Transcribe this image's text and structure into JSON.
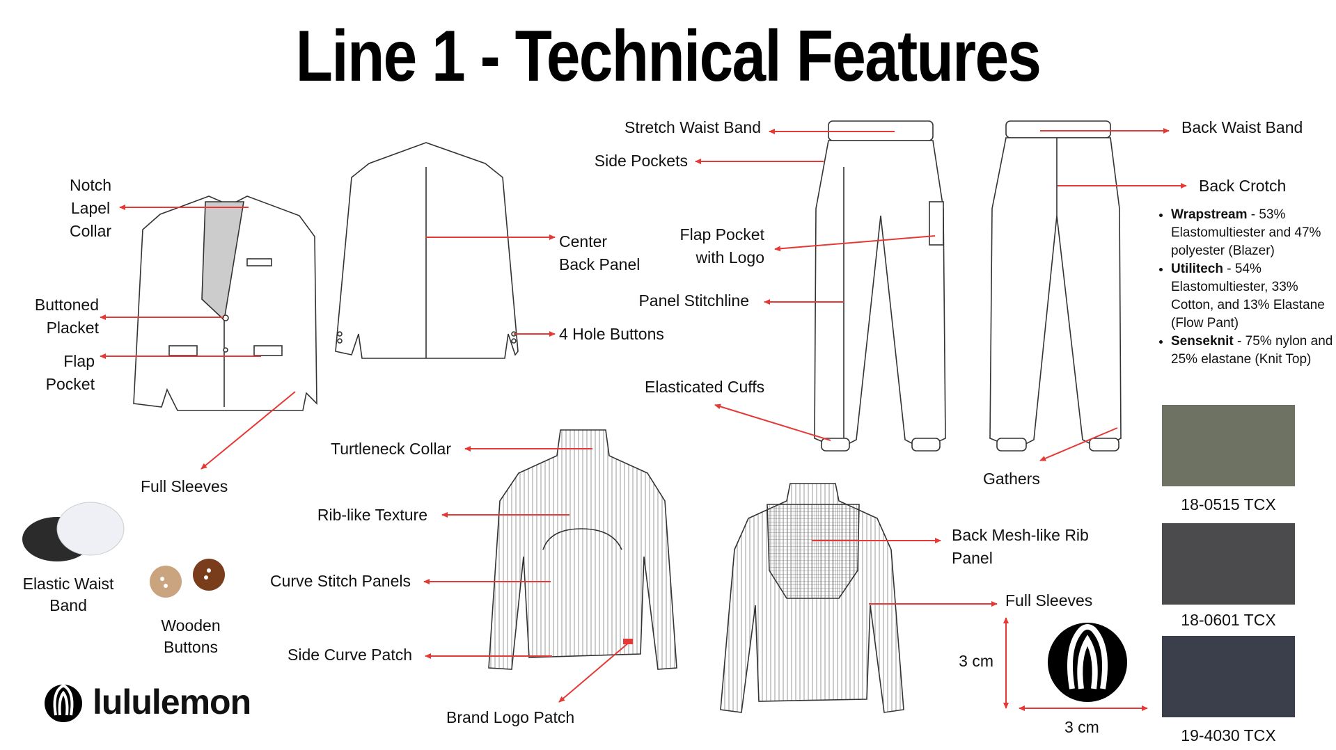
{
  "title": "Line 1 - Technical Features",
  "blazer": {
    "notch_lapel_collar": [
      "Notch",
      "Lapel",
      "Collar"
    ],
    "buttoned_placket": [
      "Buttoned",
      "Placket"
    ],
    "flap_pocket": [
      "Flap",
      "Pocket"
    ],
    "full_sleeves": "Full Sleeves",
    "center_back_panel": [
      "Center",
      "Back Panel"
    ],
    "hole_buttons": "4 Hole Buttons"
  },
  "pants": {
    "stretch_waist_band": "Stretch Waist Band",
    "side_pockets": "Side Pockets",
    "flap_pocket_logo": [
      "Flap Pocket",
      "with Logo"
    ],
    "panel_stitchline": "Panel Stitchline",
    "elasticated_cuffs": "Elasticated Cuffs",
    "back_waist_band": "Back Waist Band",
    "back_crotch": "Back Crotch",
    "gathers": "Gathers"
  },
  "top": {
    "turtleneck_collar": "Turtleneck Collar",
    "rib_texture": "Rib-like Texture",
    "curve_stitch_panels": "Curve Stitch Panels",
    "side_curve_patch": "Side Curve Patch",
    "brand_logo_patch": "Brand Logo Patch",
    "back_mesh": [
      "Back Mesh-like Rib",
      "Panel"
    ],
    "full_sleeves": "Full Sleeves"
  },
  "logo_dims": {
    "height": "3 cm",
    "width": "3 cm"
  },
  "trims": {
    "elastic": [
      "Elastic Waist",
      "Band"
    ],
    "buttons": [
      "Wooden",
      "Buttons"
    ]
  },
  "fabrics": [
    {
      "name": "Wrapstream",
      "desc": " - 53% Elastomultiester and 47% polyester (Blazer)"
    },
    {
      "name": "Utilitech",
      "desc": " - 54% Elastomultiester, 33% Cotton, and 13% Elastane (Flow Pant)"
    },
    {
      "name": "Senseknit",
      "desc": " - 75% nylon and 25% elastane (Knit Top)"
    }
  ],
  "swatches": [
    {
      "code": "18-0515 TCX",
      "color": "#6d7262"
    },
    {
      "code": "18-0601 TCX",
      "color": "#4b4b4d"
    },
    {
      "code": "19-4030 TCX",
      "color": "#3a3f4b"
    }
  ],
  "brand": "lululemon",
  "colors": {
    "arrow": "#e53935",
    "text": "#111111"
  }
}
